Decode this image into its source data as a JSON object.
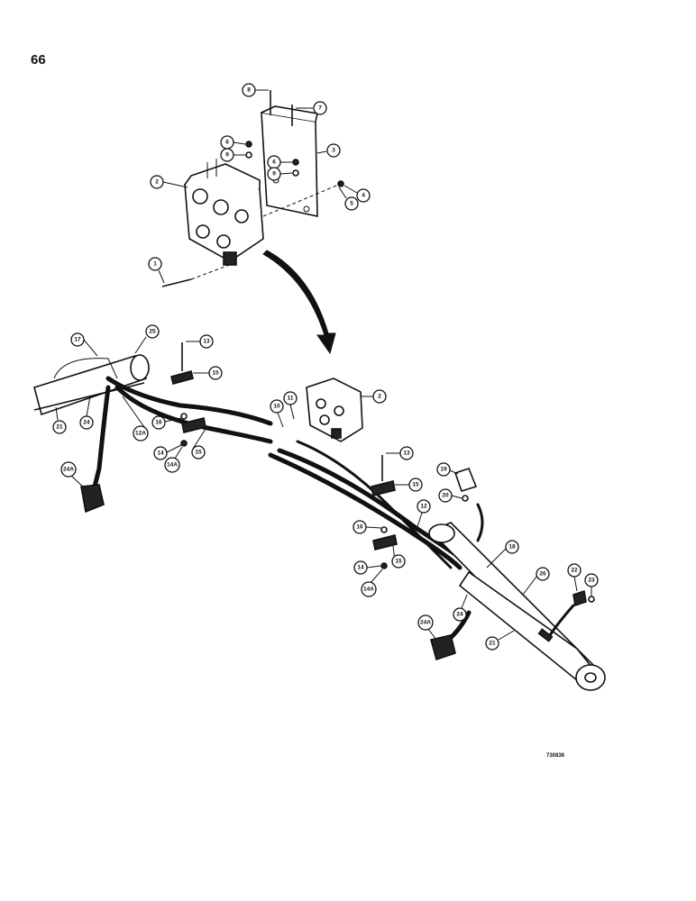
{
  "page": {
    "number": "66",
    "figure_code": "730836"
  },
  "callouts": {
    "c1": "1",
    "c2a": "2",
    "c2b": "2",
    "c3": "3",
    "c4": "4",
    "c5": "5",
    "c6a": "6",
    "c6b": "6",
    "c7": "7",
    "c8": "8",
    "c9a": "9",
    "c9b": "9",
    "c10": "10",
    "c11": "11",
    "c12": "12",
    "c12a": "12A",
    "c13a": "13",
    "c13b": "13",
    "c14a": "14",
    "c14b": "14",
    "c14aa": "14A",
    "c14ab": "14A",
    "c15a": "15",
    "c15b": "15",
    "c15c": "15",
    "c15d": "15",
    "c16a": "16",
    "c16b": "16",
    "c17": "17",
    "c18": "18",
    "c19": "19",
    "c20": "20",
    "c21a": "21",
    "c21b": "21",
    "c22": "22",
    "c23": "23",
    "c24a": "24",
    "c24b": "24",
    "c24aa": "24A",
    "c24ab": "24A",
    "c25": "25",
    "c26": "26"
  }
}
